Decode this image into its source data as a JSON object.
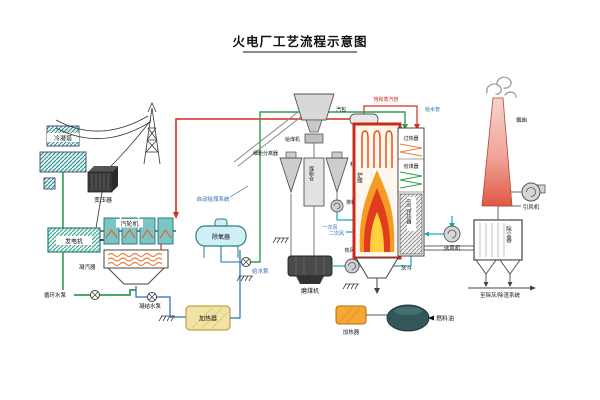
{
  "title": "火电厂工艺流程示意图",
  "labels": {
    "cooling_tower": "冷凝塔",
    "transformer": "变压器",
    "generator": "发电机",
    "steam_turbine": "汽轮机",
    "condenser": "凝汽器",
    "circulating_pump": "循环水泵",
    "condensate_pump": "凝结水泵",
    "lp_heater": "加热器",
    "deaerator": "除氧器",
    "feed_pump": "给水泵",
    "coal_feed_system": "自动给煤系统",
    "coal_feeder": "给煤机",
    "powder_bin": "煤粉仓",
    "fine_separator": "细粉分离器",
    "coarse_separator": "粗粉分离器",
    "powder_fan": "排粉机",
    "primary_air": "一次风",
    "secondary_air": "二次风",
    "coal_mill": "磨煤机",
    "hot_air_fan": "热风机",
    "saturated_steam_pipe": "饱和蒸汽管",
    "feedwater_pipe": "给水管",
    "steam_drum": "汽包",
    "furnace": "炉膛",
    "superheater": "过热器",
    "economizer": "省煤器",
    "air_preheater": "空气预热器",
    "ash_hopper": "灰斗",
    "fd_fan": "送风机",
    "dust_collector": "除尘器",
    "id_fan": "引风机",
    "chimney": "烟囱",
    "ash_removal": "至除灰/除渣系统",
    "oil_heater": "加热器",
    "fuel_oil": "燃料油"
  },
  "colors": {
    "steam": "#d92b1a",
    "feedwater": "#2e9e4f",
    "condensate": "#2b6cb0",
    "air": "#18a7b5",
    "flame_outer": "#f59a23",
    "flame_core": "#ffd23e",
    "chimney_top": "#f7d4cc",
    "chimney_bottom": "#e05744"
  }
}
